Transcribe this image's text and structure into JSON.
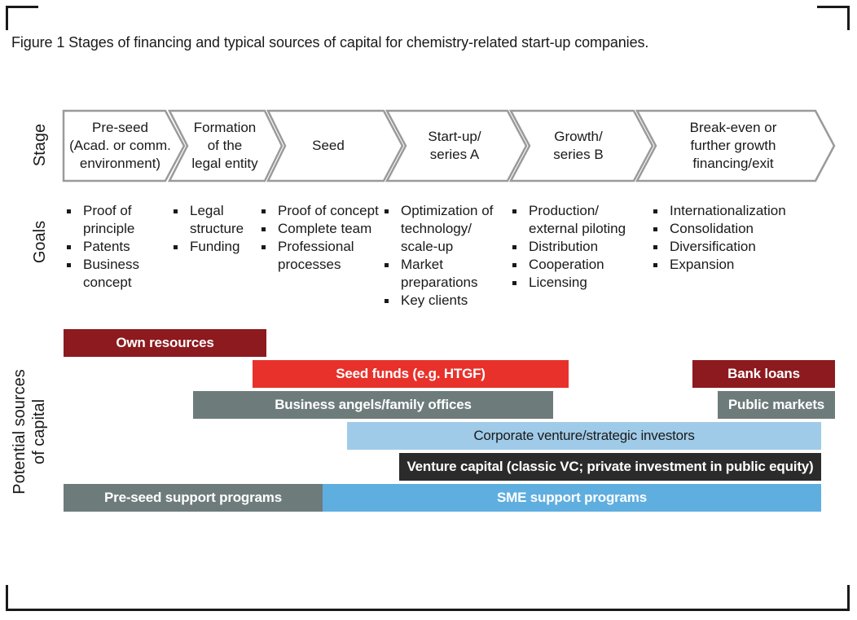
{
  "caption": "Figure 1 Stages of financing and typical sources of capital for chemistry-related start-up companies.",
  "row_labels": {
    "stage": "Stage",
    "goals": "Goals",
    "sources_line1": "Potential sources",
    "sources_line2": "of capital"
  },
  "stages": [
    {
      "lines": [
        "Pre-seed",
        "(Acad. or comm.",
        "environment)"
      ]
    },
    {
      "lines": [
        "Formation",
        "of the",
        "legal entity"
      ]
    },
    {
      "lines": [
        "Seed"
      ]
    },
    {
      "lines": [
        "Start-up/",
        "series A"
      ]
    },
    {
      "lines": [
        "Growth/",
        "series B"
      ]
    },
    {
      "lines": [
        "Break-even or",
        "further growth",
        "financing/exit"
      ]
    }
  ],
  "goals": [
    {
      "items": [
        "Proof of principle",
        "Patents",
        "Business concept"
      ]
    },
    {
      "items": [
        "Legal structure",
        "Funding"
      ]
    },
    {
      "items": [
        "Proof of concept",
        "Complete team",
        "Professional processes"
      ]
    },
    {
      "items": [
        "Optimization of technology/ scale-up",
        "Market preparations",
        "Key clients"
      ]
    },
    {
      "items": [
        "Production/ external piloting",
        "Distribution",
        "Cooperation",
        "Licensing"
      ]
    },
    {
      "items": [
        "Internationalization",
        "Consolidation",
        "Diversification",
        "Expansion"
      ]
    }
  ],
  "sources": [
    {
      "label": "Own resources",
      "color": "#8c1a1e"
    },
    {
      "label": "Seed funds (e.g. HTGF)",
      "color": "#e8312b"
    },
    {
      "label": "Bank loans",
      "color": "#8c1a1e"
    },
    {
      "label": "Business angels/family offices",
      "color": "#6e7b7b"
    },
    {
      "label": "Public markets",
      "color": "#6e7b7b"
    },
    {
      "label": "Corporate venture/strategic investors",
      "color": "#9fcbe8"
    },
    {
      "label": "Venture capital (classic VC; private investment in public equity)",
      "color": "#2b2b2b"
    },
    {
      "label": "Pre-seed support programs",
      "color": "#6e7b7b"
    },
    {
      "label": "SME support programs",
      "color": "#5faee0"
    }
  ]
}
